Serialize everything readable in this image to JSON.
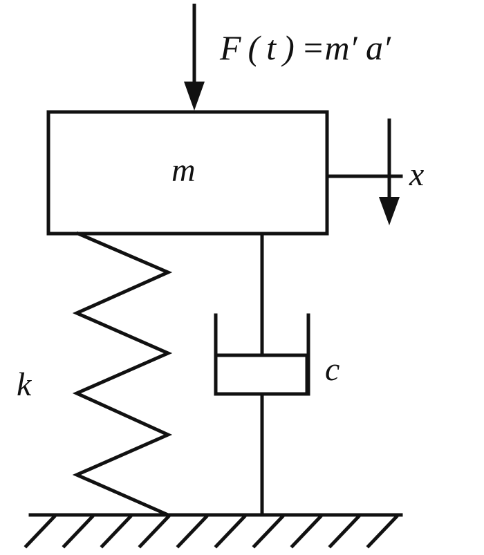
{
  "diagram": {
    "force_label": "F ( t ) =m′ a′",
    "mass_label": "m",
    "displacement_label": "x",
    "spring_label": "k",
    "damper_label": "c"
  },
  "colors": {
    "ink": "#111111",
    "background": "#ffffff"
  }
}
